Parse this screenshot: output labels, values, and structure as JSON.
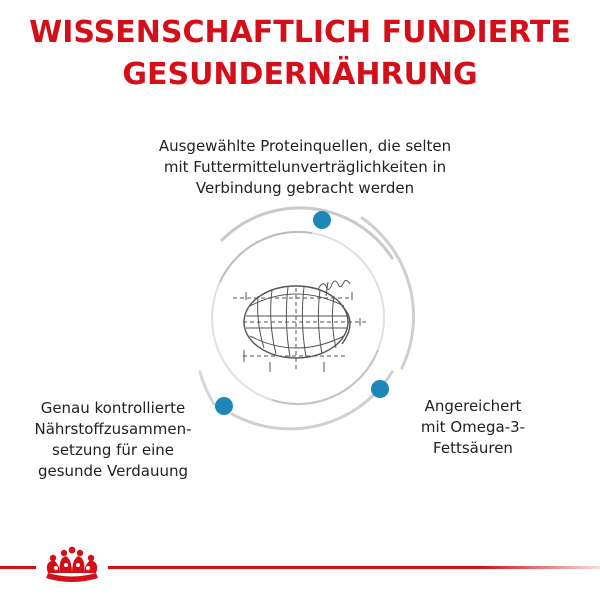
{
  "title": {
    "line1": "WISSENSCHAFTLICH FUNDIERTE",
    "line2": "GESUNDERNÄHRUNG"
  },
  "benefits": {
    "top": {
      "lines": [
        "Ausgewählte Proteinquellen, die selten",
        "mit Futtermittelunverträglichkeiten in",
        "Verbindung gebracht werden"
      ]
    },
    "left": {
      "lines": [
        "Genau kontrollierte",
        "Nährstoffzusammen-",
        "setzung für eine",
        "gesunde Verdauung"
      ]
    },
    "right": {
      "lines": [
        "Angereichert",
        "mit Omega-3-",
        "Fettsäuren"
      ]
    }
  },
  "colors": {
    "brand_red": "#d30f1a",
    "dot_blue": "#1f86b8",
    "ring_gray": "#c8c8c8"
  },
  "icons": {
    "kibble": "kibble-sketch-icon",
    "crown": "royal-canin-crown-icon"
  }
}
